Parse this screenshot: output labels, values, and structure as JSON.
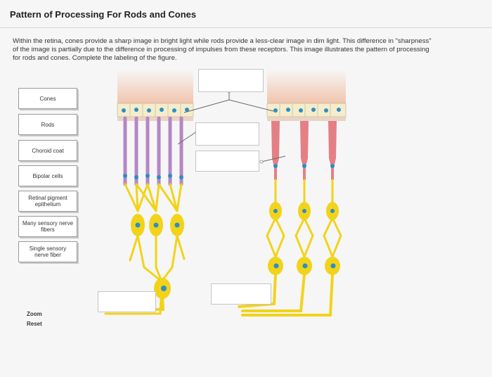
{
  "page": {
    "title": "Pattern of Processing For Rods and Cones",
    "description": "Within the retina, cones provide a sharp image in bright light while rods provide a less-clear image in dim light. This difference in \"sharpness\" of the image is partially due to the difference in processing of impulses from these receptors. This image illustrates the pattern of processing for rods and cones. Complete the labeling of the figure."
  },
  "labels": [
    "Cones",
    "Rods",
    "Choroid coat",
    "Bipolar cells",
    "Retinal pigment epithelium",
    "Many sensory nerve fibers",
    "Single sensory nerve fiber"
  ],
  "controls": {
    "zoom": "Zoom",
    "reset": "Reset"
  },
  "colors": {
    "choroid": "#f2c9b4",
    "epithelium": "#f5eccc",
    "nucleus": "#2a8fc4",
    "rod": "#b487c4",
    "cone": "#e47f86",
    "neuron": "#f2d31a"
  }
}
